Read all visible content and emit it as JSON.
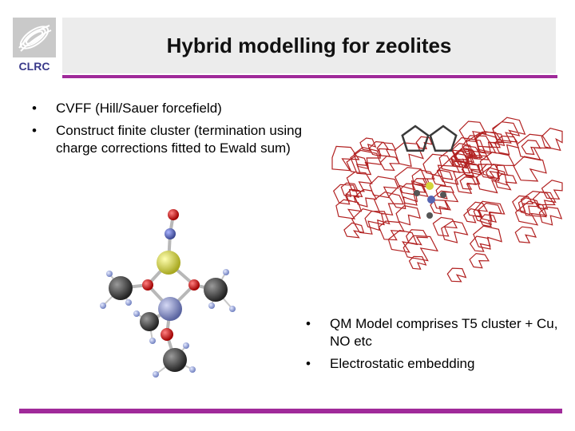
{
  "logo": {
    "text": "CLRC",
    "icon": "clrc-swirl-logo-icon"
  },
  "slide": {
    "title": "Hybrid modelling for zeolites"
  },
  "bullets_left": [
    {
      "text": "CVFF (Hill/Sauer forcefield)"
    },
    {
      "text": "Construct finite cluster (termination using charge corrections fitted to Ewald sum)"
    }
  ],
  "bullets_right": [
    {
      "text": "QM Model comprises T5 cluster + Cu, NO etc"
    },
    {
      "text": "Electrostatic embedding"
    }
  ],
  "bullet_glyph": "•",
  "colors": {
    "accent_rule": "#a02a9a",
    "framework": "#b22222",
    "oxygen": "#c0181a",
    "nitrogen": "#5664b0",
    "sulfur_yellow": "#d4d43a",
    "copper_blue": "#8a94c8",
    "carbon": "#4a4a4a",
    "hydrogen": "#9aa6d6"
  }
}
